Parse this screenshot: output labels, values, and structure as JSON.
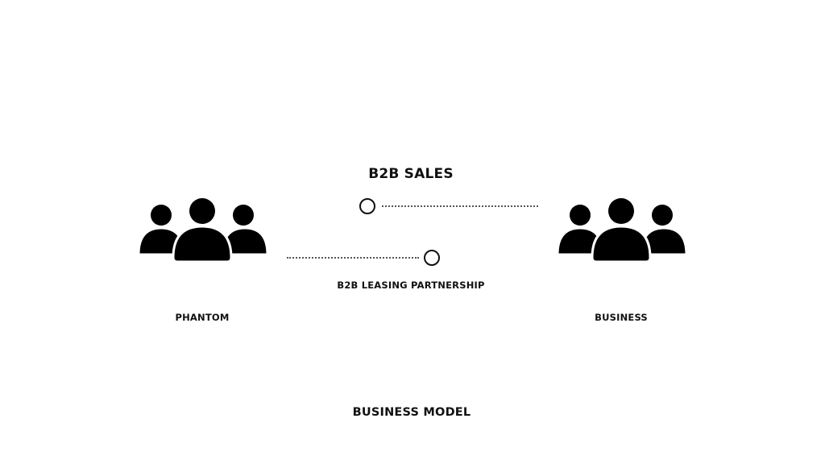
{
  "diagram": {
    "title": "BUSINESS MODEL",
    "entities": [
      {
        "label": "PHANTOM",
        "icon": "group-icon"
      },
      {
        "label": "BUSINESS",
        "icon": "group-icon"
      }
    ],
    "relations": [
      {
        "label": "B2B SALES"
      },
      {
        "label": "B2B LEASING PARTNERSHIP"
      }
    ]
  }
}
